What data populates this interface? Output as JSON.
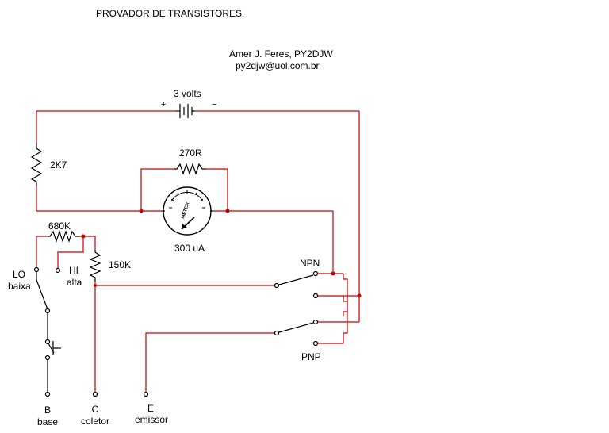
{
  "header": {
    "title": "PROVADOR  DE  TRANSISTORES.",
    "author": "Amer J. Feres, PY2DJW",
    "email": "py2djw@uol.com.br"
  },
  "battery": {
    "label": "3 volts",
    "plus": "+",
    "minus": "−"
  },
  "resistors": {
    "r_2k7": "2K7",
    "r_270": "270R",
    "r_680k": "680K",
    "r_150k": "150K"
  },
  "meter": {
    "face_text": "METER",
    "rating": "300 uA"
  },
  "switch_base": {
    "lo_label": "LO",
    "lo_sub": "baixa",
    "hi_label": "HI",
    "hi_sub": "alta"
  },
  "switch_type": {
    "npn": "NPN",
    "pnp": "PNP"
  },
  "terminals": {
    "base_letter": "B",
    "base_name": "base",
    "collector_letter": "C",
    "collector_name": "coletor",
    "emitter_letter": "E",
    "emitter_name": "emissor"
  },
  "colors": {
    "wire": "#cc0000",
    "component": "#000000",
    "background": "#ffffff"
  }
}
